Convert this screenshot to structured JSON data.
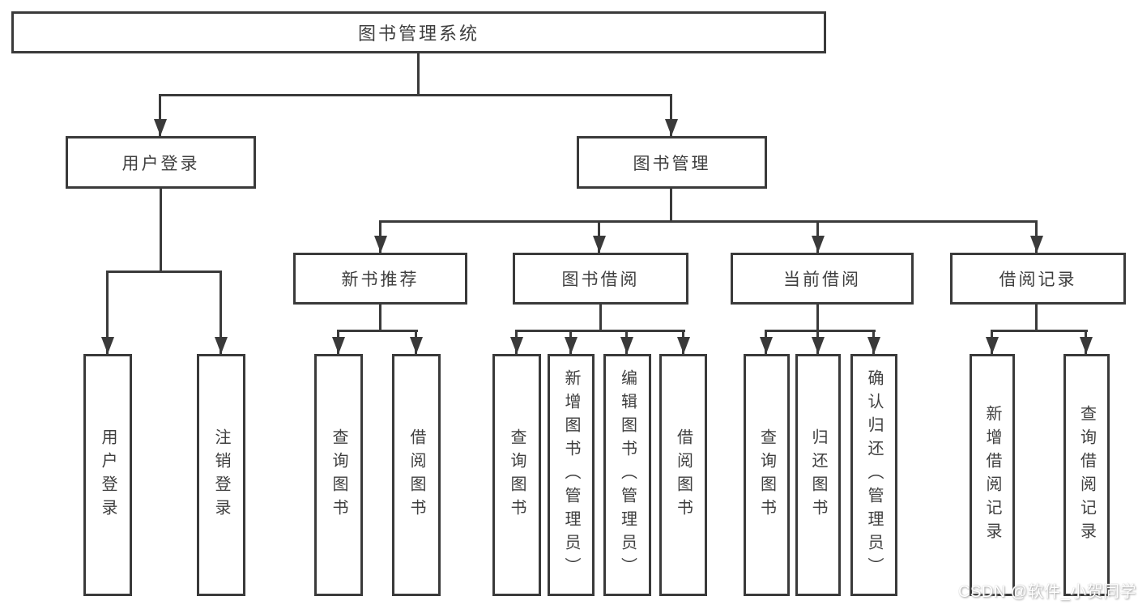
{
  "tree": {
    "root": "图书管理系统",
    "level2": [
      "用户登录",
      "图书管理"
    ],
    "level3": [
      "新书推荐",
      "图书借阅",
      "当前借阅",
      "借阅记录"
    ],
    "leaves": {
      "user_login": [
        "用户登录",
        "注销登录"
      ],
      "new_book": [
        "查询图书",
        "借阅图书"
      ],
      "book_borrow": [
        "查询图书",
        "新增图书（管理员）",
        "编辑图书（管理员）",
        "借阅图书"
      ],
      "current_borrow": [
        "查询图书",
        "归还图书",
        "确认归还（管理员）"
      ],
      "borrow_record": [
        "新增借阅记录",
        "查询借阅记录"
      ]
    }
  },
  "watermark": "CSDN @软件_小贺同学",
  "colors": {
    "line": "#3a3a3a",
    "text": "#3f3f3f",
    "background": "#ffffff",
    "watermark_text": "#ffffff",
    "watermark_shadow": "#9a9a9a"
  }
}
